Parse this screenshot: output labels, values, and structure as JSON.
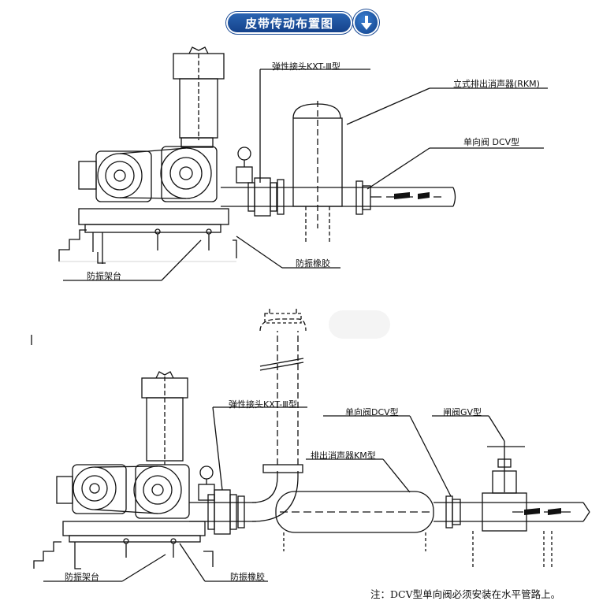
{
  "header": {
    "title": "皮带传动布置图",
    "icon": "arrow-down-icon",
    "accent_color": "#1b4c97"
  },
  "diagram_top": {
    "label_joint": "弹性接头KXT-Ⅲ型",
    "label_silencer": "立式排出消声器(RKM)",
    "label_check_valve": "单向阀 DCV型",
    "label_rubber": "防振橡胶",
    "label_stand": "防振架台"
  },
  "diagram_bottom": {
    "label_joint": "弹性接头KXT-Ⅲ型",
    "label_check_valve": "单向阀DCV型",
    "label_gate_valve": "闸阀GV型",
    "label_silencer": "排出消声器KM型",
    "label_rubber": "防振橡胶",
    "label_stand": "防振架台"
  },
  "footer": {
    "note": "注：DCV型单向阀必须安装在水平管路上。"
  }
}
